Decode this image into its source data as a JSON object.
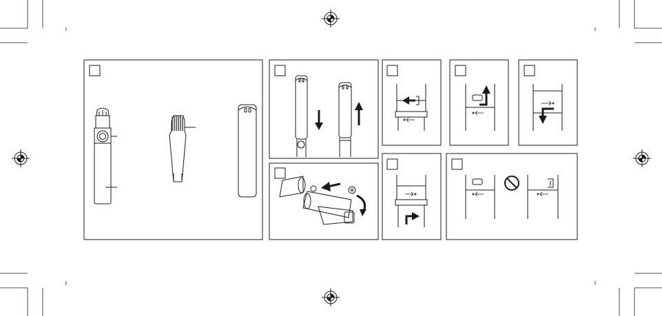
{
  "page": {
    "background": "#ffffff",
    "ink": "#1a1a1a"
  },
  "figure": {
    "panels": [
      {
        "id": "panel-1",
        "label": "",
        "content": "parts-overview"
      },
      {
        "id": "panel-2",
        "label": "",
        "content": "cap-off-on"
      },
      {
        "id": "panel-3",
        "label": "",
        "content": "battery-insert"
      },
      {
        "id": "panel-4",
        "label": "",
        "content": "twist-unlock"
      },
      {
        "id": "panel-5",
        "label": "",
        "content": "pull-up"
      },
      {
        "id": "panel-6",
        "label": "",
        "content": "align-down"
      },
      {
        "id": "panel-7",
        "label": "",
        "content": "push-lock"
      },
      {
        "id": "panel-8",
        "label": "",
        "content": "correct-vs-wrong"
      }
    ],
    "icons": [
      "registration-mark-icon",
      "prohibited-icon",
      "arrow-icon",
      "plus-icon"
    ]
  }
}
